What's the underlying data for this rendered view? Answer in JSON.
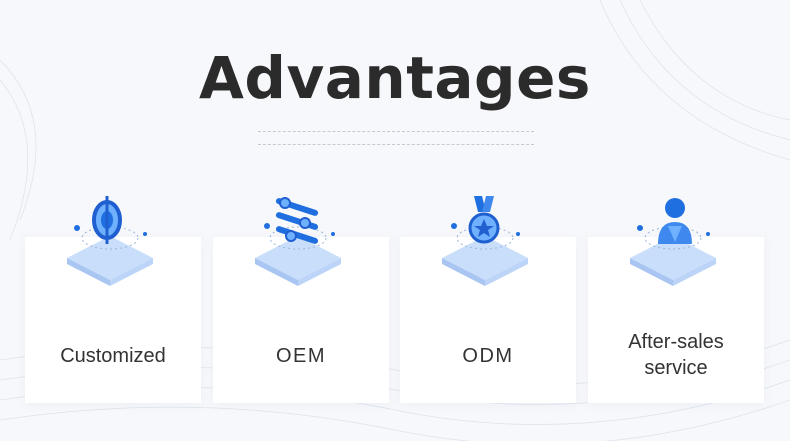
{
  "header": {
    "title": "Advantages"
  },
  "colors": {
    "accent": "#1f6fe0",
    "accent_light": "#6fb0ff",
    "platform": "#d9e9ff"
  },
  "advantages": [
    {
      "label": "Customized",
      "icon": "target-icon"
    },
    {
      "label": "OEM",
      "icon": "sliders-icon"
    },
    {
      "label": "ODM",
      "icon": "medal-icon"
    },
    {
      "label": "After-sales\nservice",
      "icon": "user-support-icon"
    }
  ]
}
